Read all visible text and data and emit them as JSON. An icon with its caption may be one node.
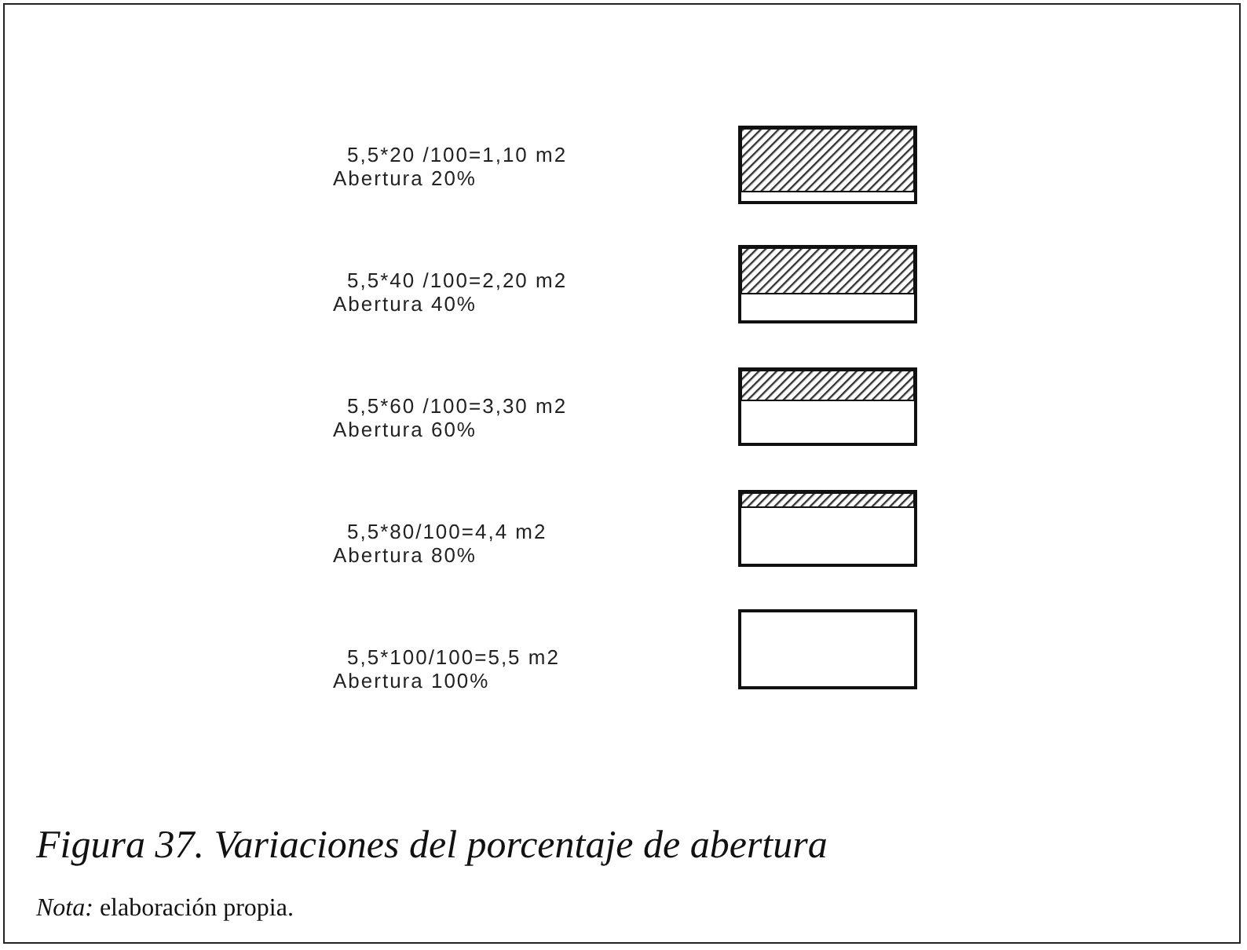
{
  "diagram": {
    "caption": "Figura 37. Variaciones del porcentaje de abertura",
    "labels": [
      "5,5*20 /100=1,10 m2",
      "Abertura 20%",
      "5,5*40 /100=2,20 m2",
      "Abertura 40%",
      "5,5*60 /100=3,30 m2",
      "Abertura 60%",
      "5,5*80/100=4,4 m2",
      "Abertura 80%",
      "5,5*100/100=5,5 m2",
      "Abertura 100%",
      "*Nota:* elaboración propia."
    ]
  }
}
